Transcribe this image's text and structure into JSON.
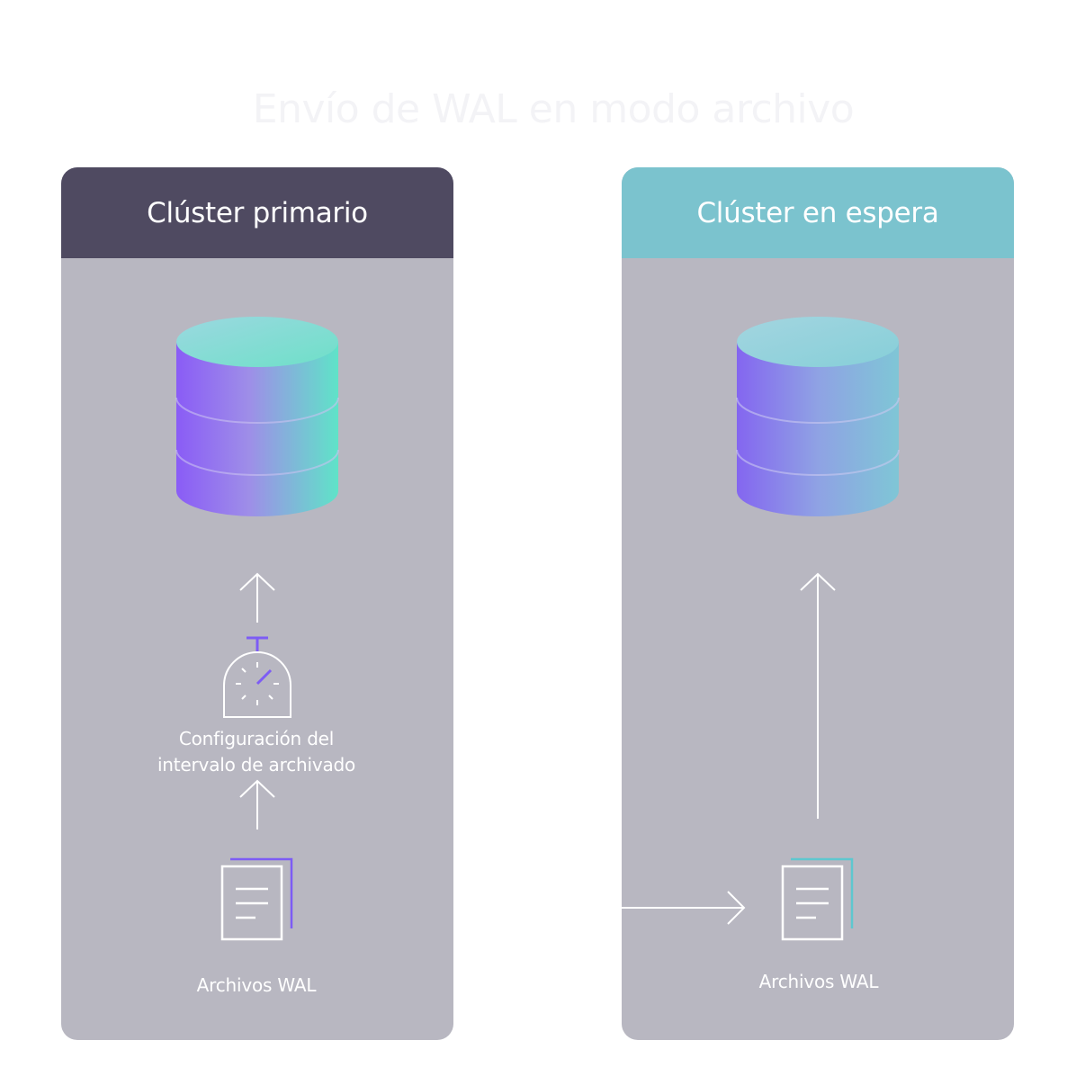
{
  "title": "Envío de WAL en modo archivo",
  "primary": {
    "header": "Clúster primario",
    "interval_line1": "Configuración del",
    "interval_line2": "intervalo de archivado",
    "wal_label": "Archivos WAL"
  },
  "standby": {
    "header": "Clúster en espera",
    "wal_label": "Archivos WAL"
  },
  "icons": {
    "database": "database-icon",
    "timer": "stopwatch-icon",
    "file": "wal-file-icon",
    "arrow": "arrow-icon"
  },
  "colors": {
    "primary_header": "#4f4a61",
    "standby_header": "#7bc3ce",
    "panel_body": "#b8b7c1",
    "accent_purple": "#7d5cf5",
    "accent_teal": "#5ec7cf"
  }
}
